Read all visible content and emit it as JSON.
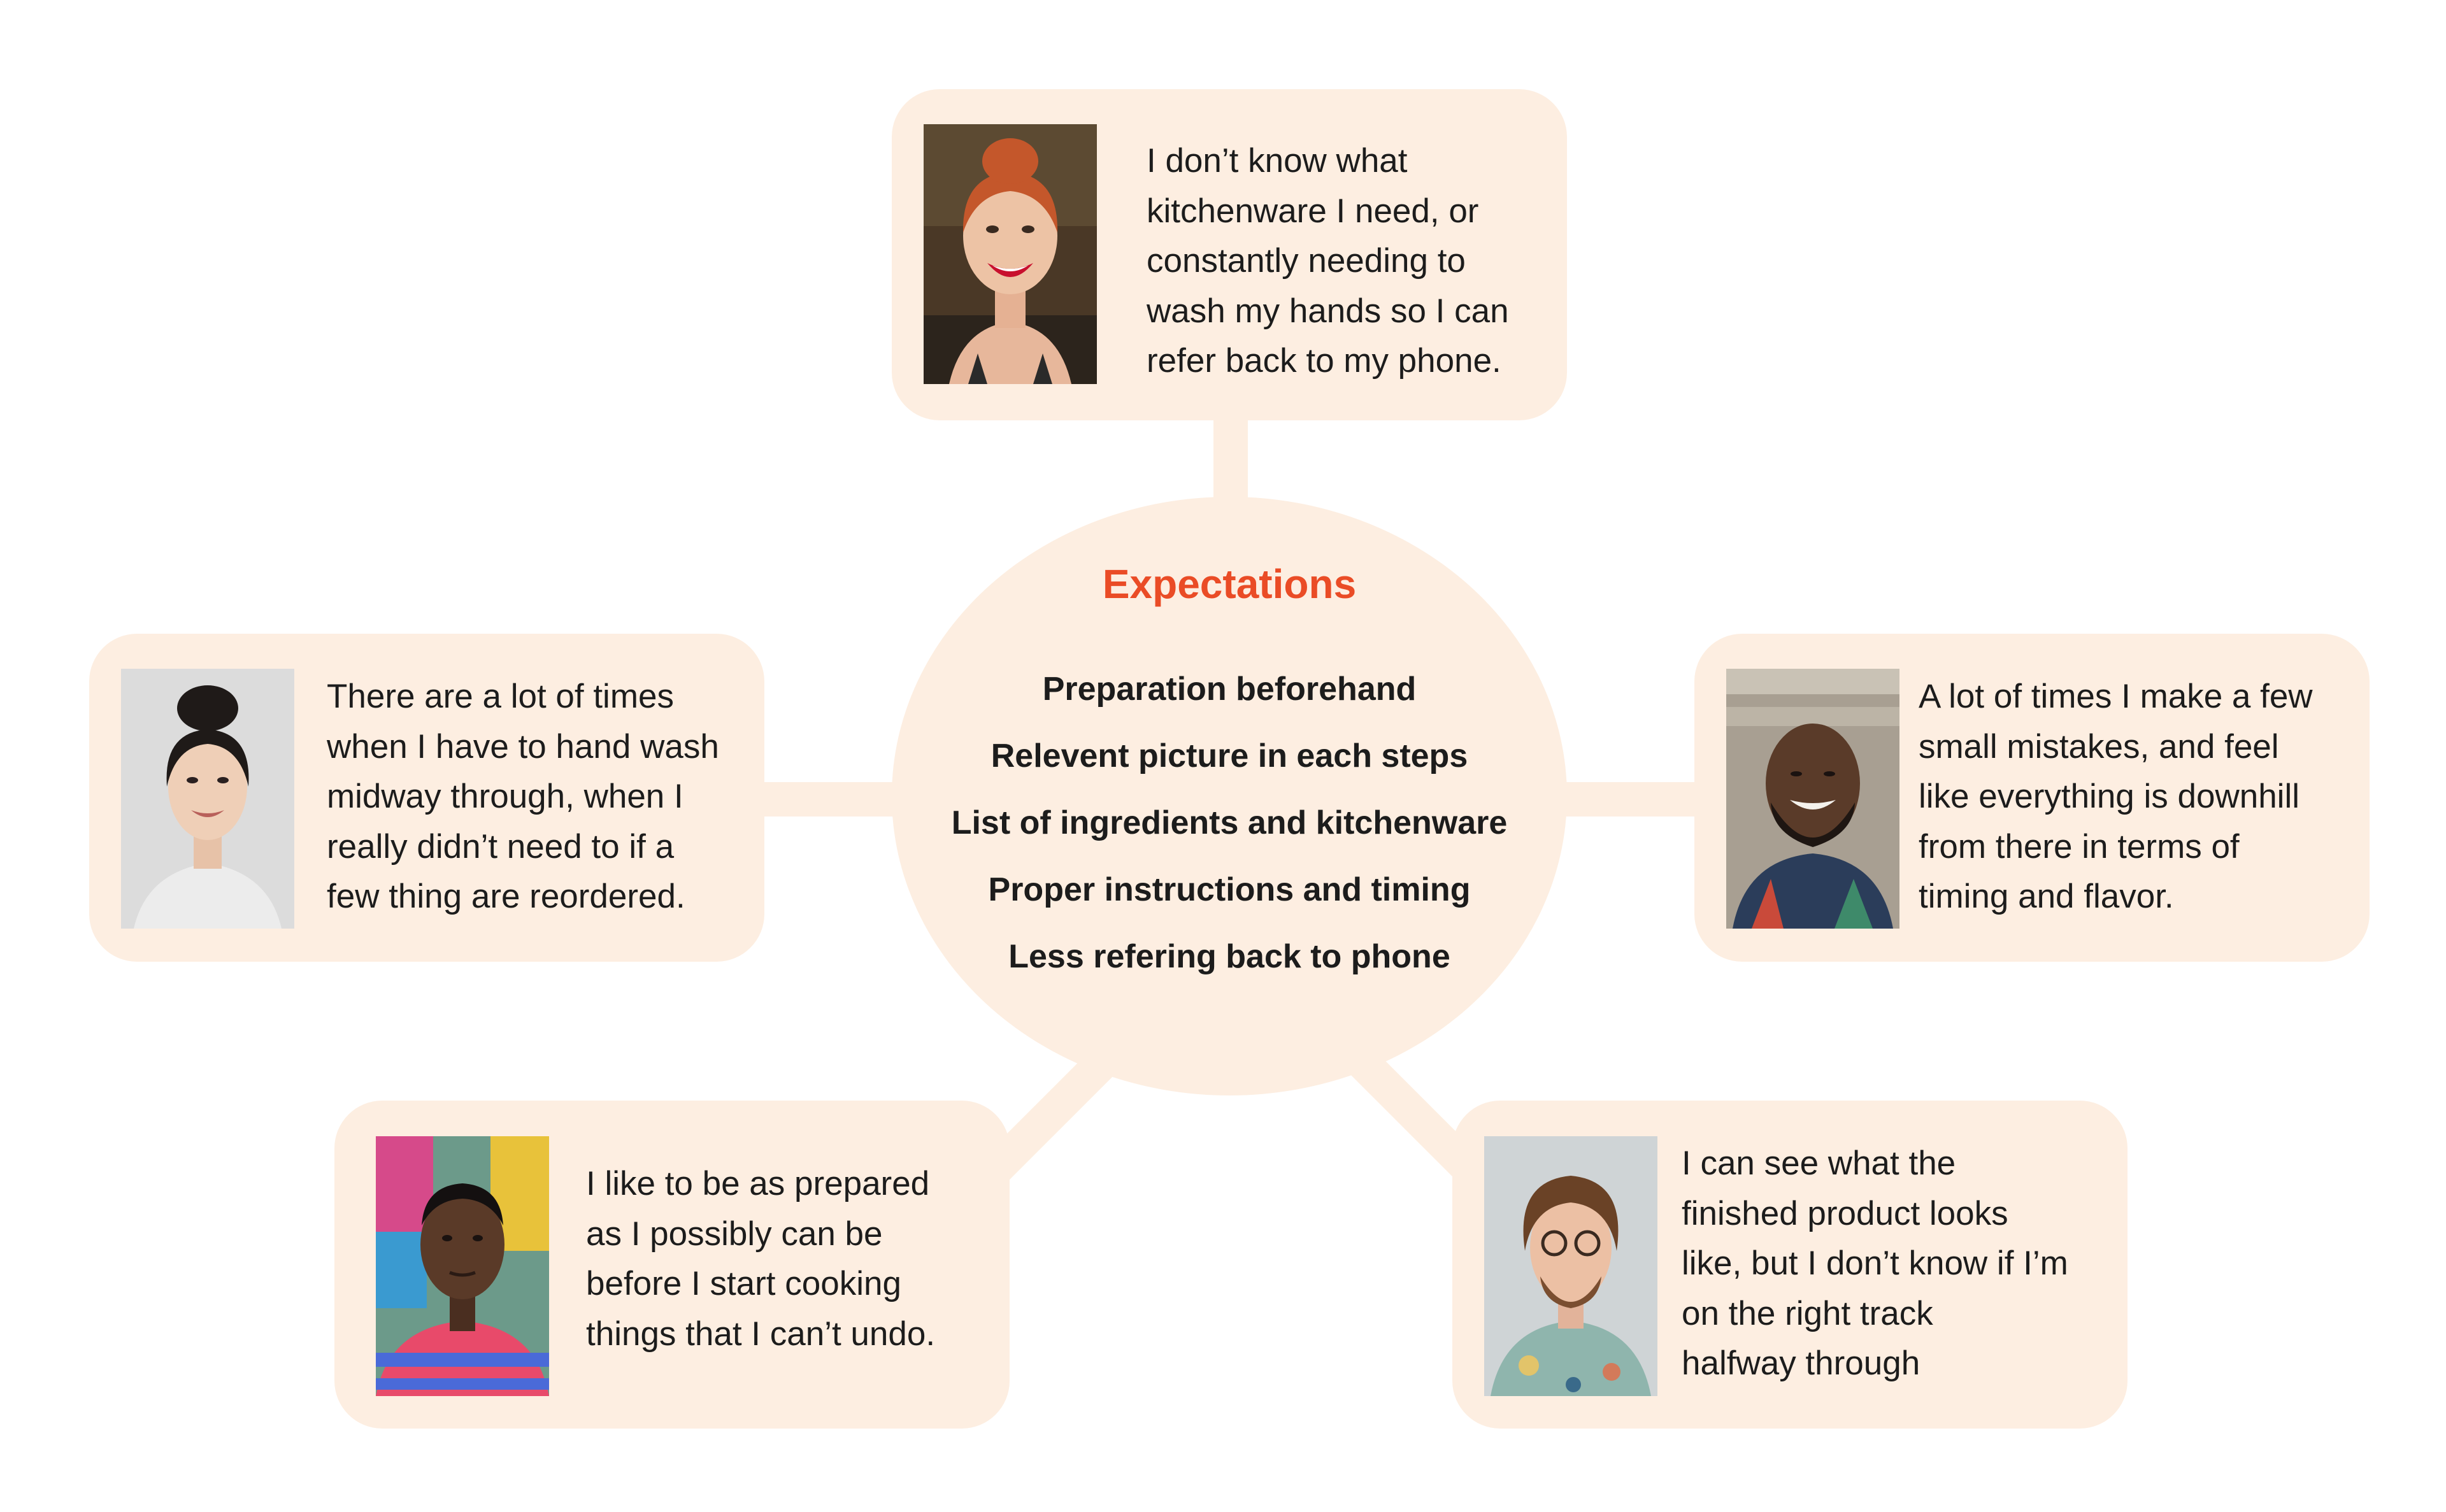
{
  "center": {
    "title": "Expectations",
    "items": [
      "Preparation beforehand",
      "Relevent picture in each steps",
      "List of ingredients and kitchenware",
      "Proper instructions and timing",
      "Less refering back to phone"
    ]
  },
  "quotes": {
    "top": "I don’t know what\nkitchenware I need, or\nconstantly needing to\nwash my hands so I can\nrefer back to my phone.",
    "left": "There are a lot of times\nwhen I have to hand wash\nmidway through, when I\nreally didn’t need to if a\nfew thing are reordered.",
    "right": "A lot of times I make a few\nsmall mistakes, and feel\nlike everything is downhill\nfrom there in terms of\ntiming and flavor.",
    "bottom_left": "I like to be as prepared\nas I possibly can be\nbefore I start cooking\nthings that I can’t undo.",
    "bottom_right": "I can see what the\nfinished product looks\nlike, but I don’t know if I’m\non the right track\nhalfway through"
  },
  "colors": {
    "card_fill": "#fdeee1",
    "title_accent": "#ea4c26",
    "text": "#1c1c1c"
  }
}
